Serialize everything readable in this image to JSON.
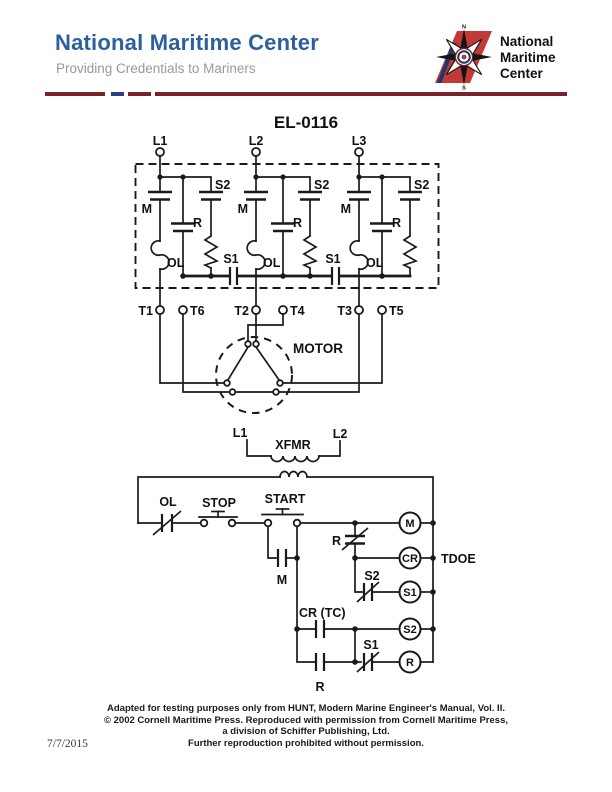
{
  "header": {
    "title": "National Maritime Center",
    "subtitle": "Providing Credentials to Mariners",
    "logo": {
      "lines": [
        "National",
        "Maritime",
        "Center"
      ],
      "n": "N",
      "s": "S"
    }
  },
  "diagram_title": "EL-0116",
  "power_circuit": {
    "lines": [
      "L1",
      "L2",
      "L3"
    ],
    "phases": [
      {
        "m": "M",
        "r": "R",
        "s2": "S2",
        "ol": "OL"
      },
      {
        "m": "M",
        "r": "R",
        "s2": "S2",
        "ol": "OL"
      },
      {
        "m": "M",
        "r": "R",
        "s2": "S2",
        "ol": "OL"
      }
    ],
    "s1": [
      "S1",
      "S1"
    ],
    "terminals": [
      "T1",
      "T6",
      "T2",
      "T4",
      "T3",
      "T5"
    ],
    "motor_label": "MOTOR"
  },
  "control": {
    "l1": "L1",
    "l2": "L2",
    "xfmr": "XFMR",
    "ol": "OL",
    "stop": "STOP",
    "start": "START",
    "seal_m": "M",
    "r_nc": "R",
    "tdoe": "TDOE",
    "s2_nc": "S2",
    "cr_tc": "CR (TC)",
    "s1_nc": "S1",
    "r_no": "R",
    "coils": [
      "M",
      "CR",
      "S1",
      "S2",
      "R"
    ]
  },
  "footer": {
    "lines": [
      "Adapted for testing purposes only from HUNT, Modern Marine Engineer's Manual, Vol. II.",
      "© 2002 Cornell Maritime Press. Reproduced with permission from Cornell Maritime Press,",
      "a division of Schiffer Publishing, Ltd.",
      "Further reproduction prohibited without permission."
    ],
    "date": "7/7/2015"
  },
  "colors": {
    "header_blue": "#2d5f9f",
    "subtitle_gray": "#989898",
    "maroon": "#7b2228",
    "divider_blue": "#2b3f87",
    "logo_red": "#c13a35",
    "logo_text_red": "#9e3039",
    "ink": "#1a1a1a"
  }
}
